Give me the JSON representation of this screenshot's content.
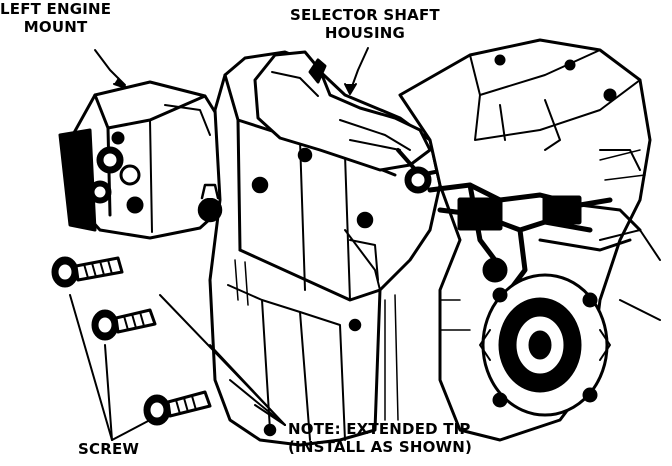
{
  "labels": {
    "left_engine_mount_line1": "LEFT ENGINE",
    "left_engine_mount_line2": "MOUNT",
    "selector_shaft_housing_line1": "SELECTOR SHAFT",
    "selector_shaft_housing_line2": "HOUSING",
    "screw": "SCREW",
    "note_line1": "NOTE: EXTENDED TIP",
    "note_line2": "(INSTALL AS SHOWN)"
  },
  "colors": {
    "ink": "#000000",
    "paper": "#ffffff"
  }
}
